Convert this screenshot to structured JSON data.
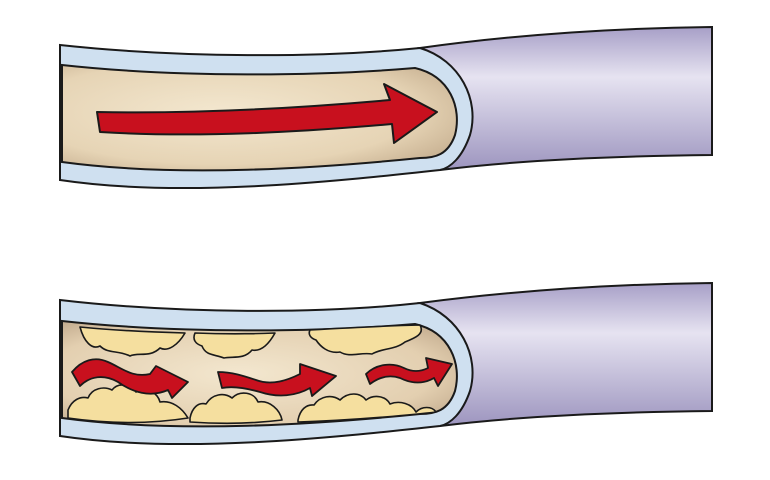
{
  "figure": {
    "panels": [
      {
        "id": "healthy-artery",
        "flow": "laminar",
        "plaque": false
      },
      {
        "id": "narrowed-artery",
        "flow": "turbulent",
        "plaque": true
      }
    ]
  },
  "colors": {
    "outer_vessel": "#b3abd0",
    "outer_vessel_highlight": "#e6e3f1",
    "vessel_wall": "#cfe0f0",
    "lumen": "#e9d9bd",
    "lumen_shadow": "#c9b397",
    "plaque": "#f5df9f",
    "arrow": "#c8101e",
    "outline": "#1a1a1a"
  }
}
